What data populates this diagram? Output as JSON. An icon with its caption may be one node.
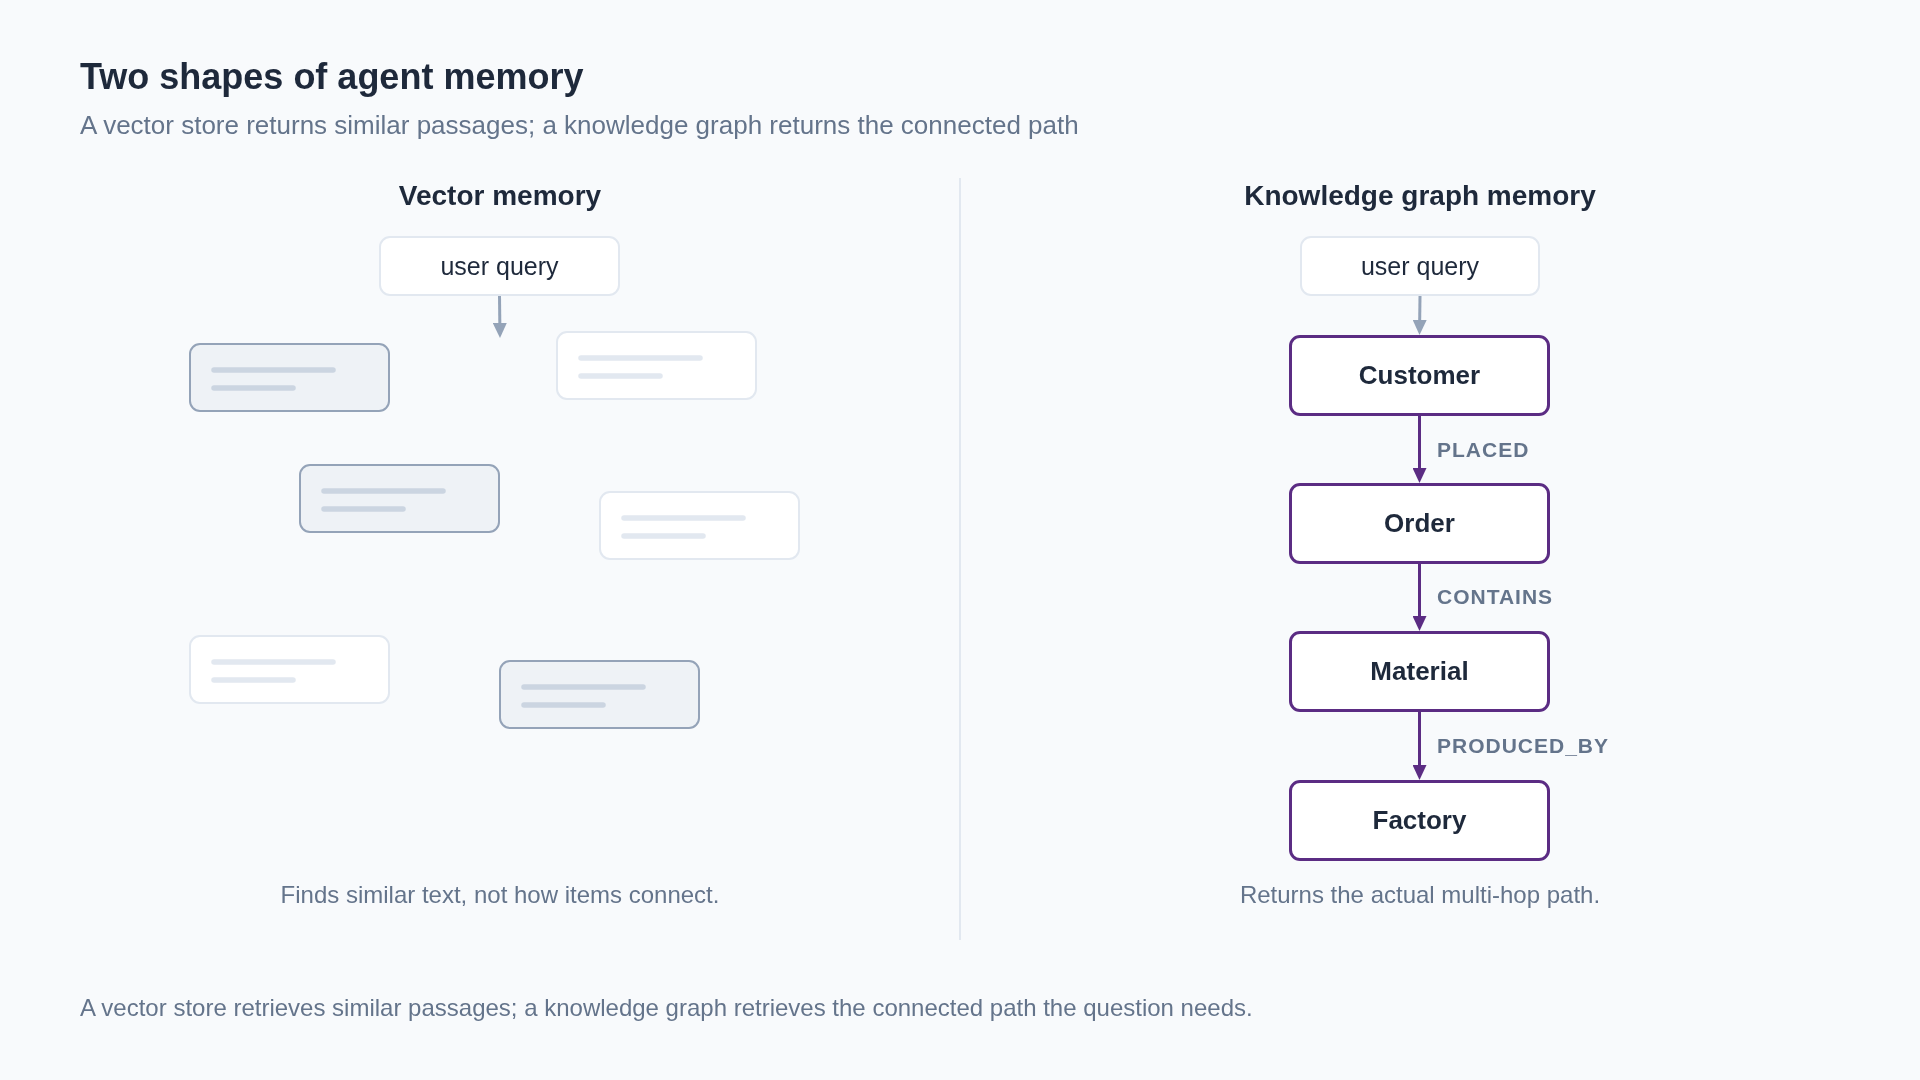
{
  "diagram": {
    "title": "Two shapes of agent memory",
    "caption": "A vector store retrieves similar passages; a knowledge graph retrieves the connected path the question needs.",
    "nodes": [
      {
        "text": [
          "user query"
        ]
      },
      {
        "text": [],
        "shape": "box"
      },
      {
        "text": [],
        "shape": "box"
      },
      {
        "text": [],
        "shape": "box"
      },
      {
        "text": [],
        "shape": "box"
      },
      {
        "text": [],
        "shape": "box"
      },
      {
        "text": [],
        "shape": "box"
      },
      {
        "text": [
          "user query"
        ]
      },
      {
        "text": [
          "Customer"
        ]
      },
      {
        "text": [
          "Order"
        ]
      },
      {
        "text": [
          "Material"
        ]
      },
      {
        "text": [
          "Factory"
        ]
      }
    ],
    "edges": [
      {
        "from": 0,
        "to": null,
        "arrow": "to",
        "color": "#94a3b8"
      },
      {
        "from": 7,
        "to": 8,
        "arrow": "to",
        "color": "#94a3b8"
      },
      {
        "from": 8,
        "to": 9,
        "arrow": "to",
        "label": "PLACED"
      },
      {
        "from": 9,
        "to": 10,
        "arrow": "to",
        "label": "CONTAINS"
      },
      {
        "from": 10,
        "to": 11,
        "arrow": "to",
        "label": "PRODUCED_BY"
      }
    ],
    "labels": [
      "A vector store returns similar passages; a knowledge graph returns the connected path",
      "Vector memory",
      "Knowledge graph memory",
      "Finds similar text, not how items connect.",
      "Returns the actual multi-hop path."
    ]
  }
}
